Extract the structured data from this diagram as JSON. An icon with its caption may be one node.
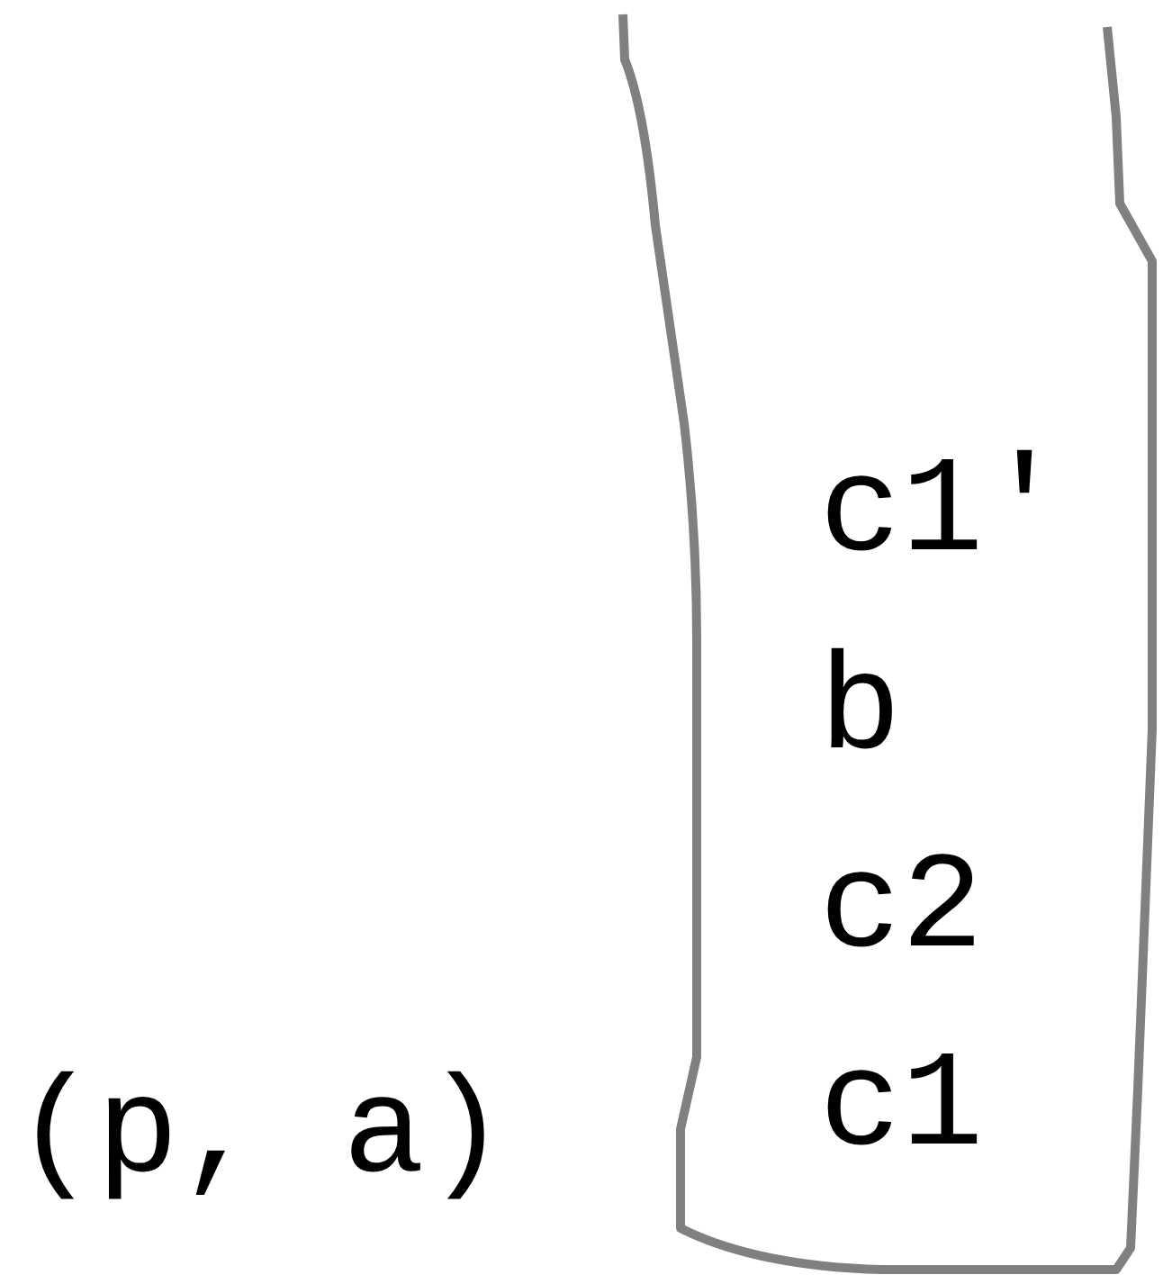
{
  "diagram": {
    "nodes": [
      {
        "text": [
          "c1'",
          "b",
          "c2",
          "c1"
        ],
        "beside": [
          "(p, a)"
        ]
      }
    ]
  }
}
